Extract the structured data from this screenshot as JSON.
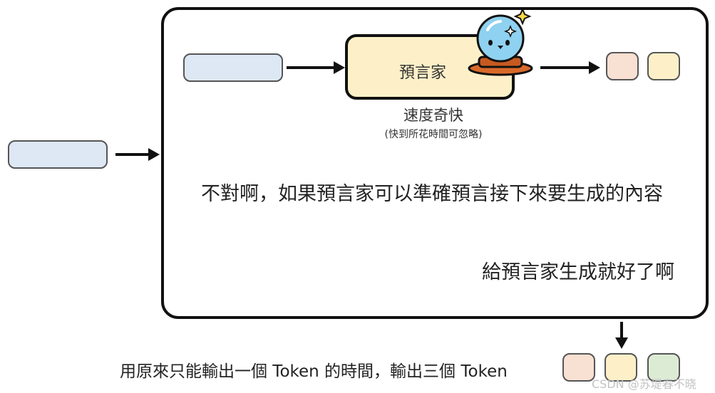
{
  "diagram": {
    "predictor_label": "預言家",
    "speed_label": "速度奇快",
    "speed_note": "(快到所花時間可忽略)",
    "question_text": "不對啊，如果預言家可以準確預言接下來要生成的內容",
    "answer_text": "給預言家生成就好了啊",
    "bottom_caption": "用原來只能輸出一個 Token 的時間，輸出三個 Token",
    "watermark": "CSDN @苏堤春不晓"
  },
  "colors": {
    "input_token": "#dde8f4",
    "token_orange": "#f8e0d2",
    "token_yellow": "#fdf0c8",
    "token_green": "#dcecd4",
    "predictor_fill": "#fdf0c8",
    "frame": "#111111",
    "crystal_ball": "#8fd1f0",
    "ball_base": "#d86a2a"
  },
  "icons": {
    "predictor_icon": "crystal-ball-icon"
  }
}
